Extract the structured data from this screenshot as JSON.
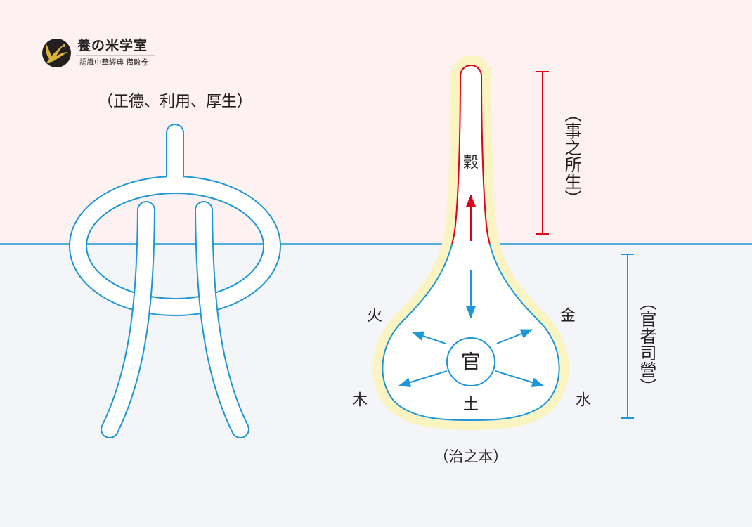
{
  "logo": {
    "name": "養の米学室",
    "subtitle": "認識中華經典 備數卷",
    "icon": "bird-icon"
  },
  "left_figure": {
    "caption": "（正德、利用、厚生）"
  },
  "right_figure": {
    "tube_label": "穀",
    "center_label": "官",
    "base_label": "土",
    "upper_left_label": "火",
    "upper_right_label": "金",
    "lower_left_label": "木",
    "lower_right_label": "水",
    "caption": "（治之本）",
    "upper_bracket_label": "（事之所生）",
    "lower_bracket_label": "（官者司營）"
  },
  "colors": {
    "background_top": "#fdf2f1",
    "background_bottom": "#f3f5f9",
    "line_blue": "#1d97d6",
    "accent_red": "#e0001b",
    "glow_yellow": "#faf3c2",
    "text": "#231f20",
    "logo_gold": "#d9b23c"
  }
}
